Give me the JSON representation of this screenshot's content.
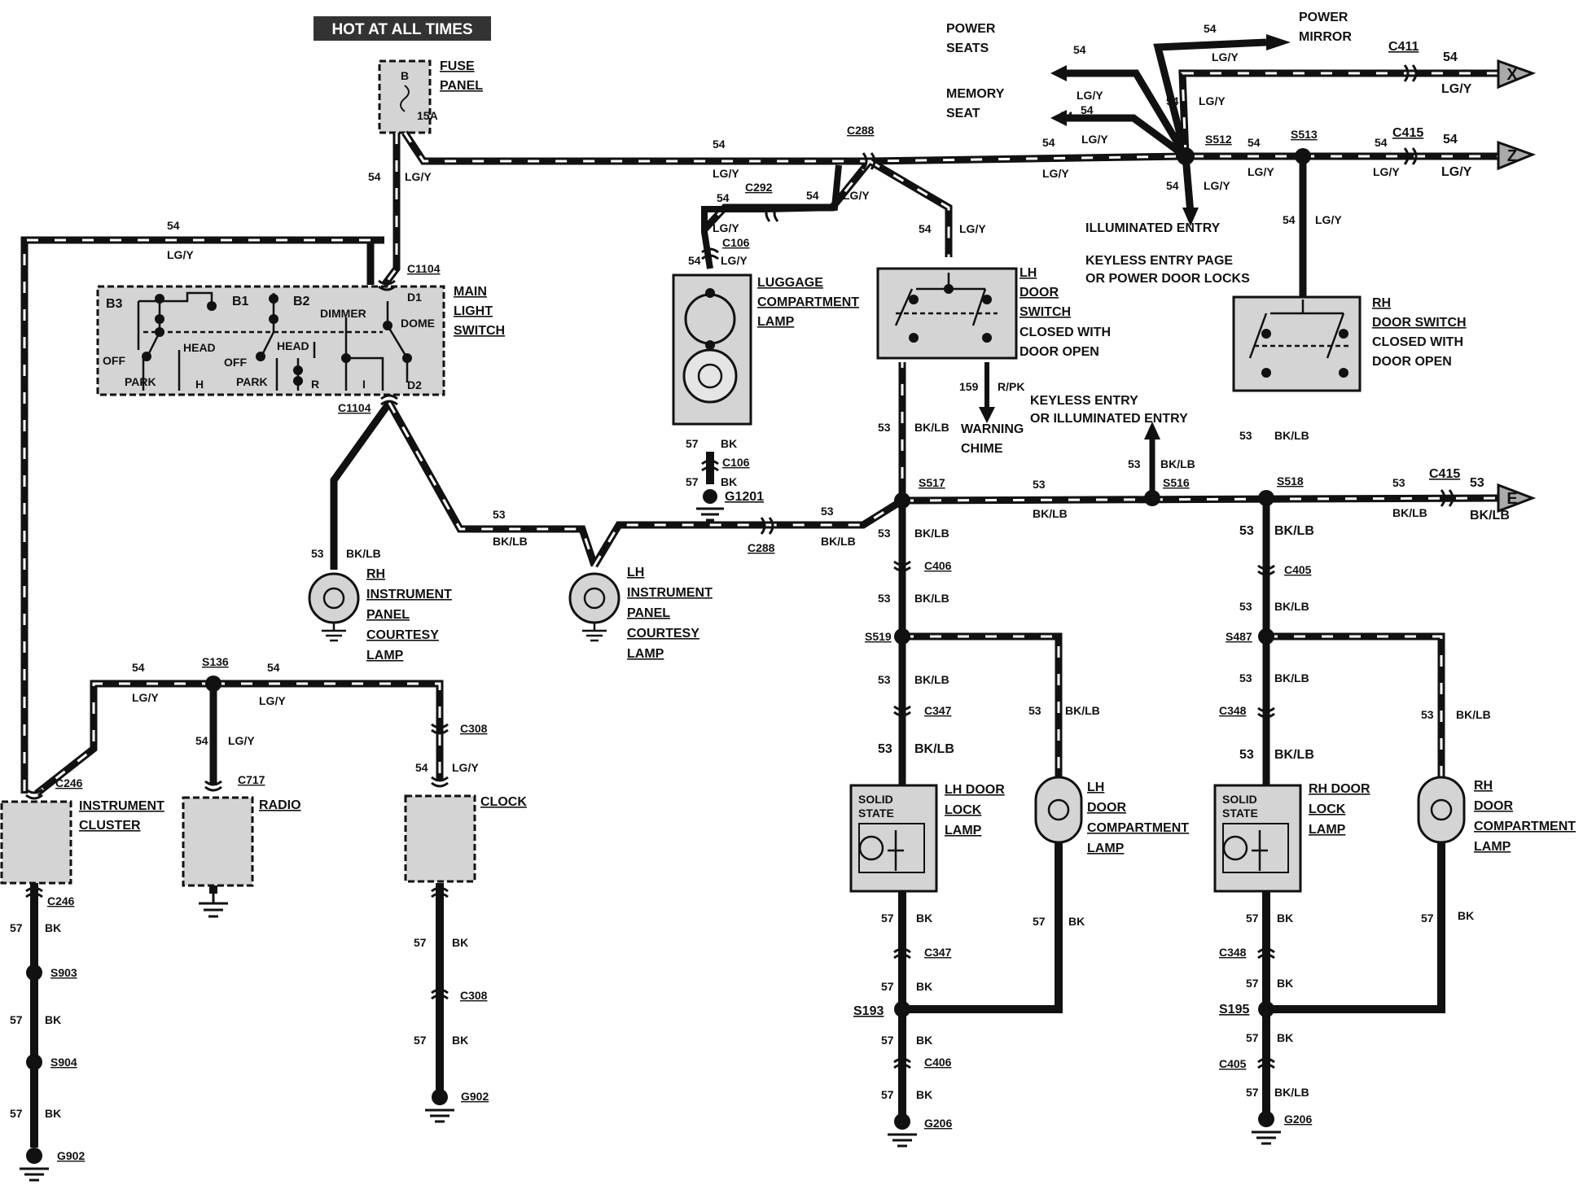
{
  "header": {
    "hot_at_all_times": "HOT AT ALL TIMES"
  },
  "fuse": {
    "label_line1": "FUSE",
    "label_line2": "PANEL",
    "terminal": "B",
    "rating": "15A"
  },
  "circuits": {
    "c54": "54",
    "c53": "53",
    "c57": "57",
    "c159": "159",
    "lgy": "LG/Y",
    "bklb": "BK/LB",
    "bk": "BK",
    "rpk": "R/PK"
  },
  "connectors": {
    "c288": "C288",
    "c292": "C292",
    "c106": "C106",
    "c1104": "C1104",
    "c411": "C411",
    "c415": "C415",
    "c406": "C406",
    "c405": "C405",
    "c347": "C347",
    "c348": "C348",
    "c246": "C246",
    "c717": "C717",
    "c308": "C308"
  },
  "splices": {
    "s512": "S512",
    "s513": "S513",
    "s517": "S517",
    "s516": "S516",
    "s518": "S518",
    "s519": "S519",
    "s487": "S487",
    "s136": "S136",
    "s903": "S903",
    "s904": "S904",
    "s193": "S193",
    "s195": "S195"
  },
  "grounds": {
    "g1201": "G1201",
    "g902": "G902",
    "g206": "G206"
  },
  "components": {
    "main_light_switch": [
      "MAIN",
      "LIGHT",
      "SWITCH"
    ],
    "luggage_lamp": [
      "LUGGAGE",
      "COMPARTMENT",
      "LAMP"
    ],
    "lh_door_switch": [
      "LH",
      "DOOR",
      "SWITCH",
      "CLOSED WITH",
      "DOOR OPEN"
    ],
    "rh_door_switch": [
      "RH",
      "DOOR SWITCH",
      "CLOSED WITH",
      "DOOR OPEN"
    ],
    "rh_ip_lamp": [
      "RH",
      "INSTRUMENT",
      "PANEL",
      "COURTESY",
      "LAMP"
    ],
    "lh_ip_lamp": [
      "LH",
      "INSTRUMENT",
      "PANEL",
      "COURTESY",
      "LAMP"
    ],
    "instrument_cluster": [
      "INSTRUMENT",
      "CLUSTER"
    ],
    "radio": "RADIO",
    "clock": "CLOCK",
    "lh_door_lock_lamp": [
      "LH DOOR",
      "LOCK",
      "LAMP"
    ],
    "rh_door_lock_lamp": [
      "RH DOOR",
      "LOCK",
      "LAMP"
    ],
    "lh_door_comp_lamp": [
      "LH",
      "DOOR",
      "COMPARTMENT",
      "LAMP"
    ],
    "rh_door_comp_lamp": [
      "RH",
      "DOOR",
      "COMPARTMENT",
      "LAMP"
    ],
    "solid_state": [
      "SOLID",
      "STATE"
    ]
  },
  "switch_terms": {
    "b3": "B3",
    "b1": "B1",
    "b2": "B2",
    "d1": "D1",
    "d2": "D2",
    "dimmer": "DIMMER",
    "dome": "DOME",
    "head": "HEAD",
    "off": "OFF",
    "park": "PARK",
    "h": "H",
    "r": "R",
    "i": "I"
  },
  "destinations": {
    "power_seats": [
      "POWER",
      "SEATS"
    ],
    "power_mirror": [
      "POWER",
      "MIRROR"
    ],
    "memory_seat": [
      "MEMORY",
      "SEAT"
    ],
    "illuminated_entry": "ILLUMINATED ENTRY",
    "keyless_page": [
      "KEYLESS ENTRY PAGE",
      "OR POWER DOOR LOCKS"
    ],
    "keyless_or_illum": [
      "KEYLESS ENTRY",
      "OR ILLUMINATED ENTRY"
    ],
    "warning_chime": [
      "WARNING",
      "CHIME"
    ],
    "x": "X",
    "z": "Z",
    "e": "E"
  }
}
